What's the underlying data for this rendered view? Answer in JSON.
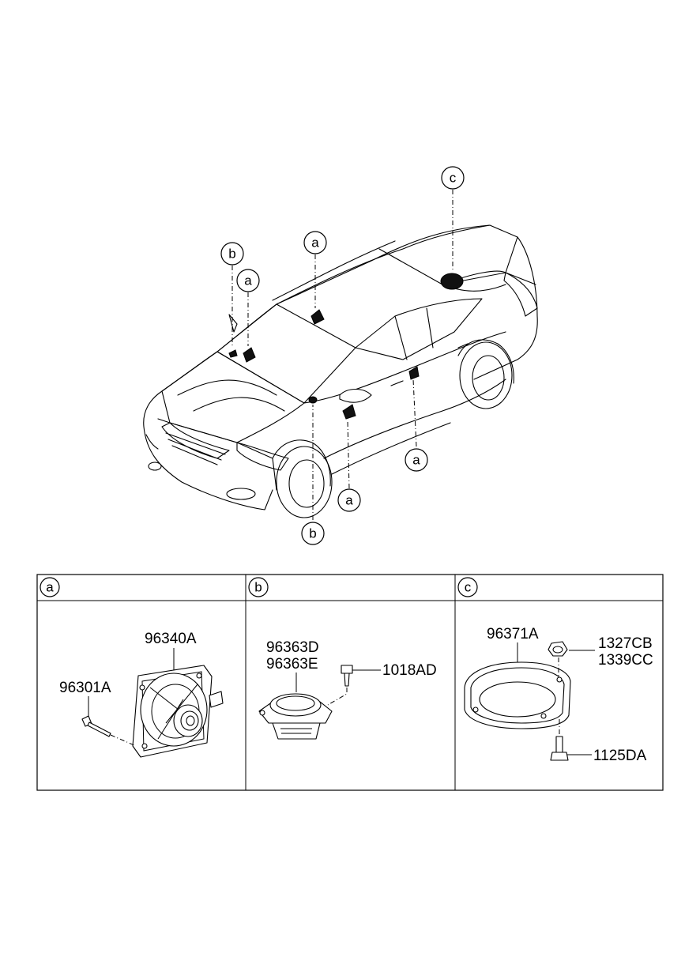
{
  "overview": {
    "callouts": [
      {
        "id": "b-top",
        "letter": "b"
      },
      {
        "id": "a-left",
        "letter": "a"
      },
      {
        "id": "a-roof",
        "letter": "a"
      },
      {
        "id": "c-rear",
        "letter": "c"
      },
      {
        "id": "a-rear-door",
        "letter": "a"
      },
      {
        "id": "a-front-door",
        "letter": "a"
      },
      {
        "id": "b-bottom",
        "letter": "b"
      }
    ]
  },
  "panels": [
    {
      "letter": "a",
      "parts": [
        "96340A",
        "96301A"
      ]
    },
    {
      "letter": "b",
      "parts": [
        "96363D",
        "96363E",
        "1018AD"
      ]
    },
    {
      "letter": "c",
      "parts": [
        "96371A",
        "1327CB",
        "1339CC",
        "1125DA"
      ]
    }
  ]
}
